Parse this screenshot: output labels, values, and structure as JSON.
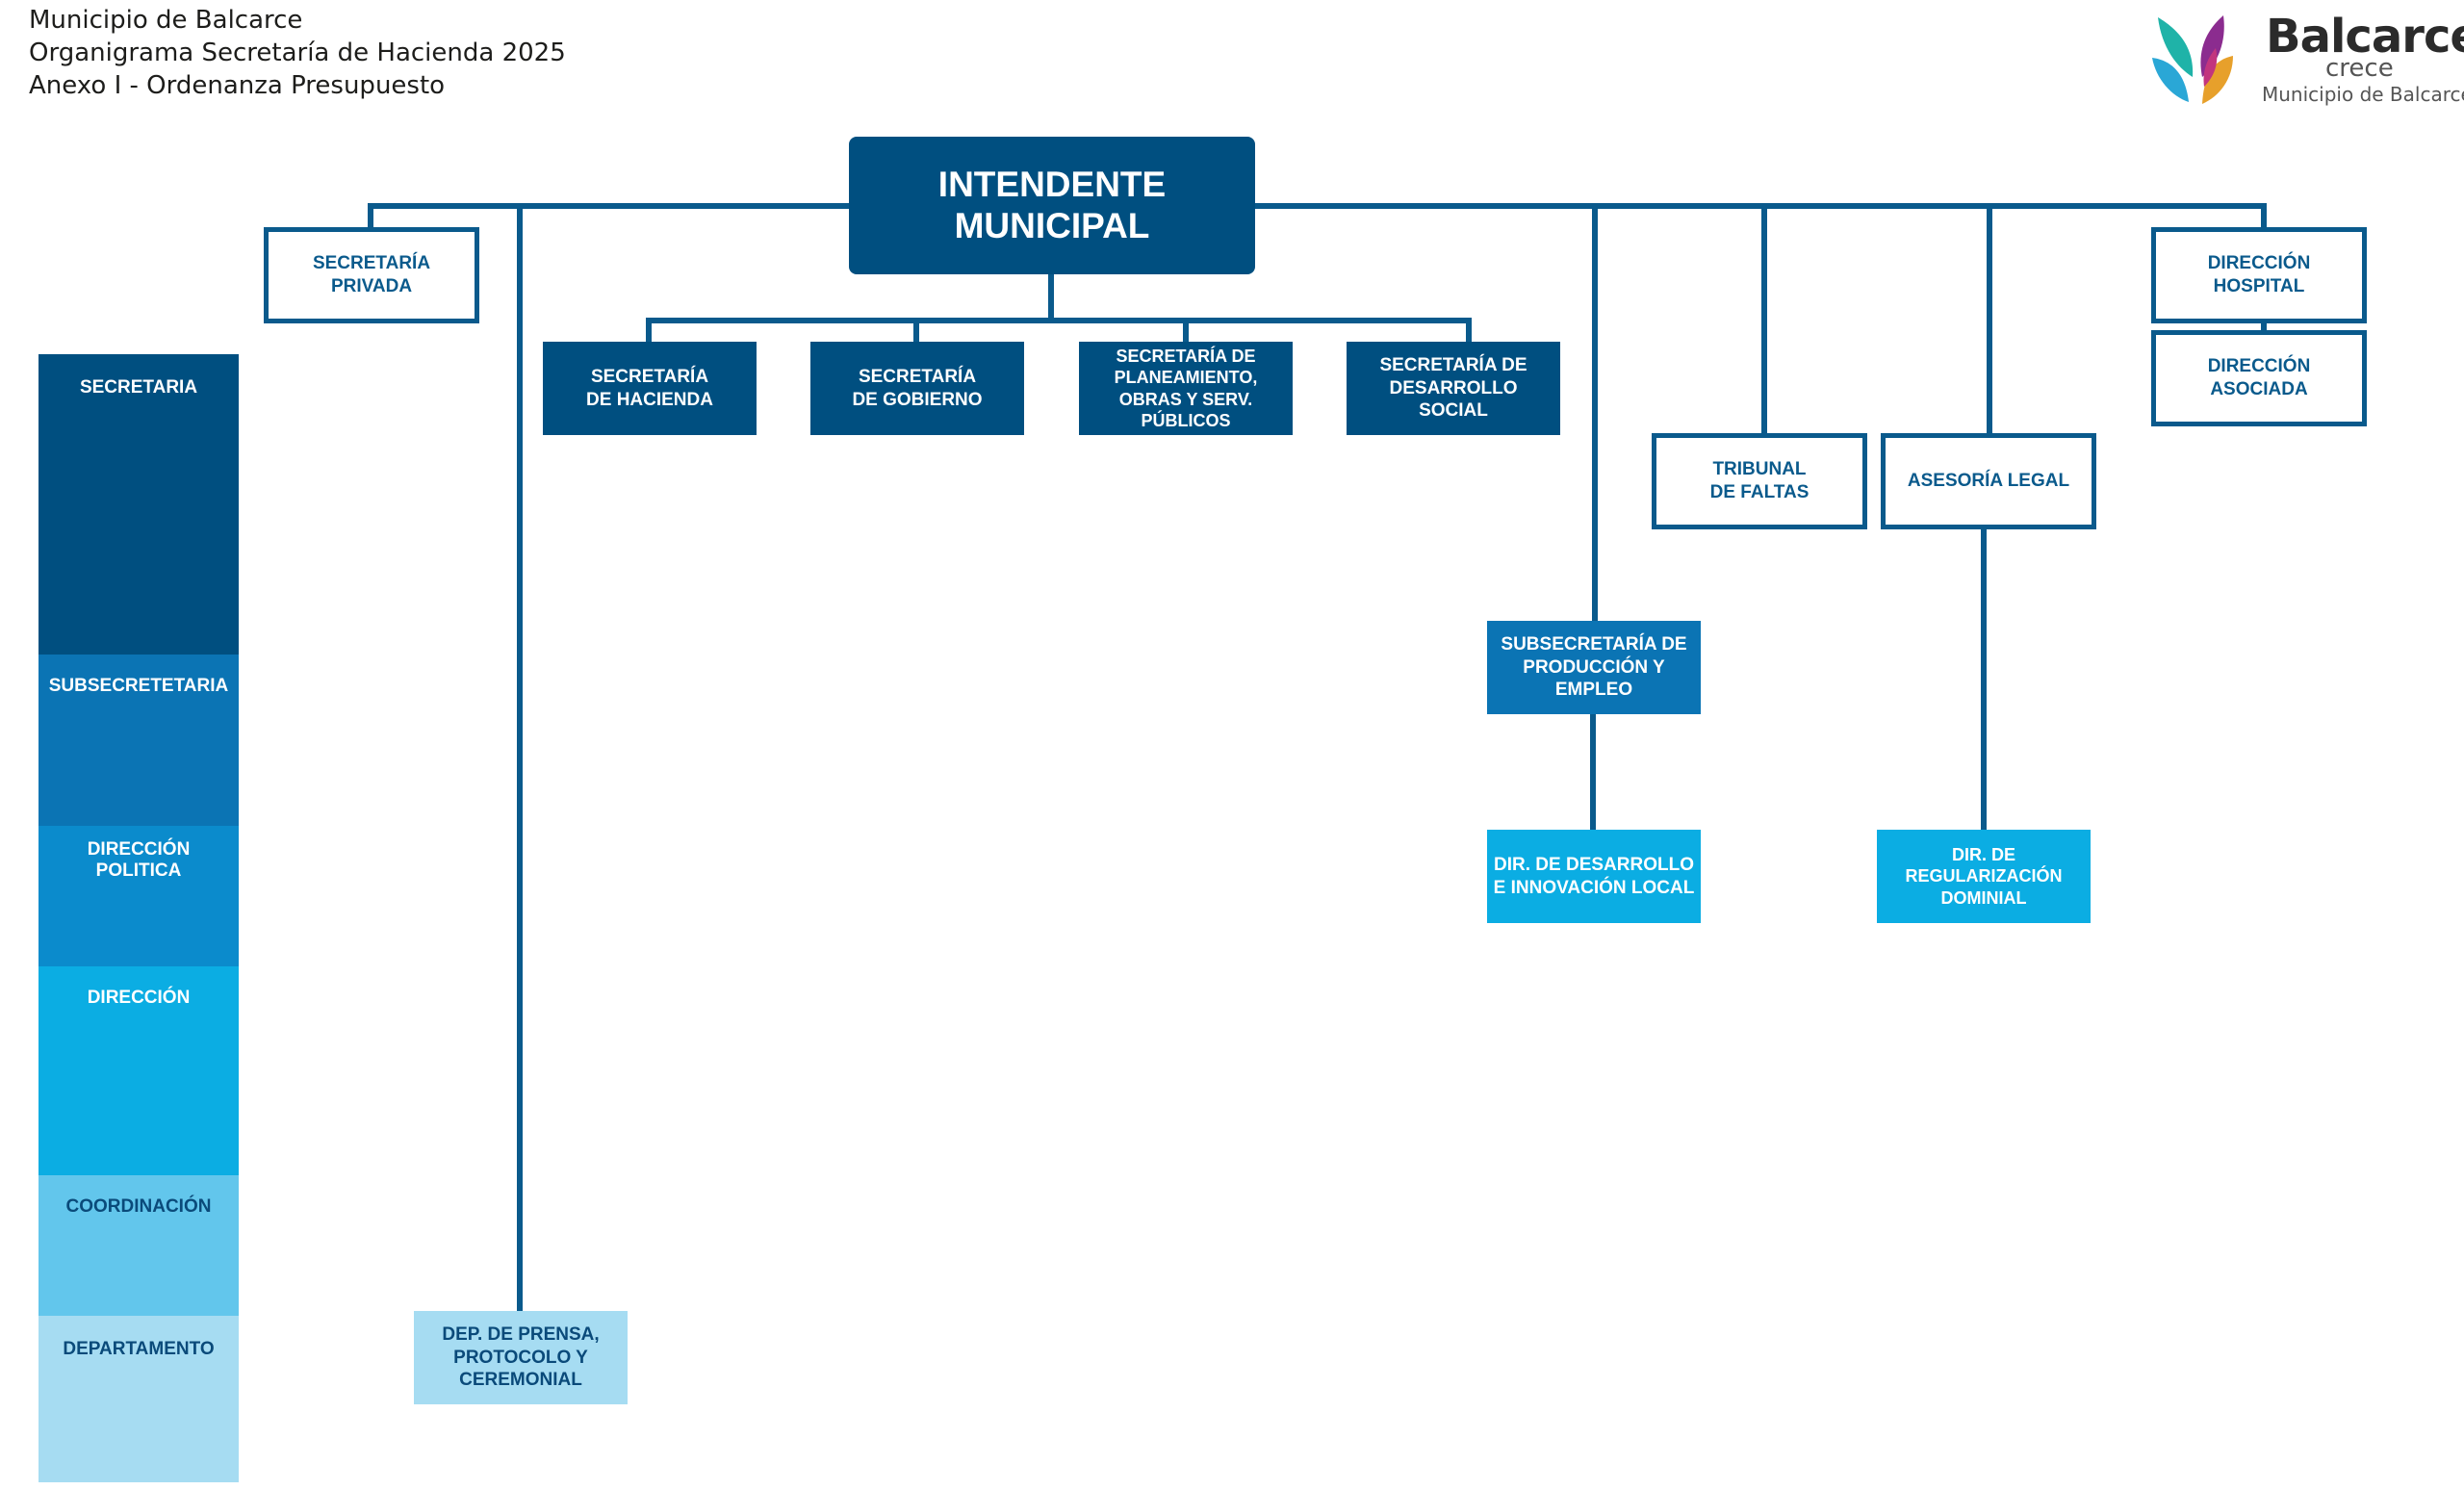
{
  "header": {
    "line1": "Municipio de Balcarce",
    "line2": "Organigrama Secretaría de Hacienda 2025",
    "line3": "Anexo I - Ordenanza Presupuesto"
  },
  "logo": {
    "name": "Balcarce",
    "tagline": "crece",
    "subtitle": "Municipio de Balcarce"
  },
  "legend": {
    "secretaria": "SECRETARIA",
    "subsecretaria": "SUBSECRETETARIA",
    "direccion_politica": "DIRECCIÓN POLITICA",
    "direccion": "DIRECCIÓN",
    "coordinacion": "COORDINACIÓN",
    "departamento": "DEPARTAMENTO"
  },
  "nodes": {
    "intendente": "INTENDENTE MUNICIPAL",
    "secretaria_privada": "SECRETARÍA PRIVADA",
    "sec_hacienda": "SECRETARÍA DE HACIENDA",
    "sec_gobierno": "SECRETARÍA DE GOBIERNO",
    "sec_planeamiento": "SECRETARÍA DE PLANEAMIENTO, OBRAS Y SERV. PÚBLICOS",
    "sec_desarrollo_social": "SECRETARÍA DE DESARROLLO SOCIAL",
    "direccion_hospital": "DIRECCIÓN HOSPITAL",
    "direccion_asociada": "DIRECCIÓN ASOCIADA",
    "tribunal_faltas": "TRIBUNAL DE FALTAS",
    "asesoria_legal": "ASESORÍA LEGAL",
    "subsec_produccion": "SUBSECRETARÍA DE PRODUCCIÓN Y EMPLEO",
    "dir_desarrollo_innovacion": "DIR. DE DESARROLLO E INNOVACIÓN LOCAL",
    "dir_regularizacion": "DIR. DE REGULARIZACIÓN DOMINIAL",
    "dep_prensa": "DEP. DE PRENSA, PROTOCOLO Y CEREMONIAL"
  },
  "colors": {
    "secretaria": "#004f80",
    "subsecretaria": "#0b74b4",
    "direccion_politica": "#0b8bcc",
    "direccion": "#0bade3",
    "coordinacion": "#62c6ec",
    "departamento": "#a6dcf2",
    "outline": "#0a5a8c"
  }
}
